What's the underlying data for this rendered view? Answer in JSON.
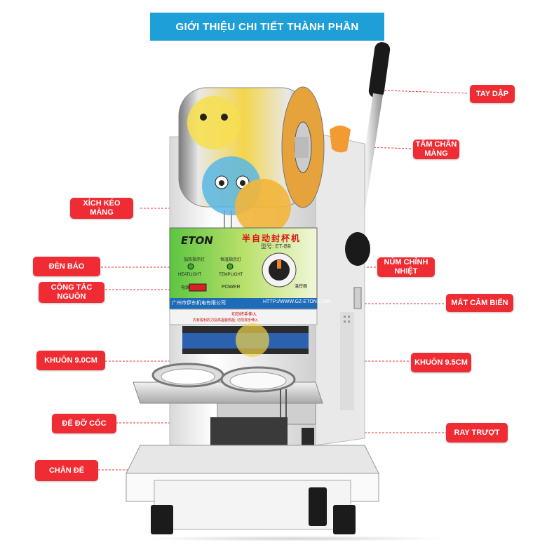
{
  "title": "GIỚI THIỆU CHI TIẾT THÀNH PHẦN",
  "labels": {
    "tay_dap": "TAY DẬP",
    "tam_chan_mang": "TẤM CHẮN\nMÀNG",
    "xich_keo_mang": "XÍCH KÉO\nMÀNG",
    "den_bao": "ĐÈN BÁO",
    "num_chinh_nhiet": "NÚM CHỈNH\nNHIỆT",
    "cong_tac_nguon": "CÔNG TẮC\nNGUỒN",
    "mat_cam_bien": "MẮT CẢM BIẾN",
    "khuon_90": "KHUÔN 9.0CM",
    "khuon_95": "KHUÔN 9.5CM",
    "de_do_coc": "ĐẾ ĐỠ CỐC",
    "ray_truot": "RAY TRƯỢT",
    "chan_de": "CHÂN ĐẾ"
  },
  "panel": {
    "brand": "ETON",
    "model": "型号: ET-B9",
    "chinese_title": "半自动封杯机",
    "heat_light_cn": "加热指示灯",
    "heat_light": "HEATLIGHT",
    "temp_light_cn": "恒温指示灯",
    "temp_light": "TEMPLIGHT",
    "power_cn": "电源",
    "power": "POWER",
    "thermostat": "温控器",
    "company": "广州市伊东机电有限公司",
    "url": "HTTP://WWW.GZ-ETON.COM",
    "warning_1": "切勿将手伸入",
    "warning_2": "内有锐利的刀及高温装热能, 切勿将手伸入"
  },
  "colors": {
    "title_bg": "#1f9fd8",
    "label_bg": "#ef2b33",
    "panel_green": "#5cc542",
    "machine_white": "#f4f4f4"
  }
}
